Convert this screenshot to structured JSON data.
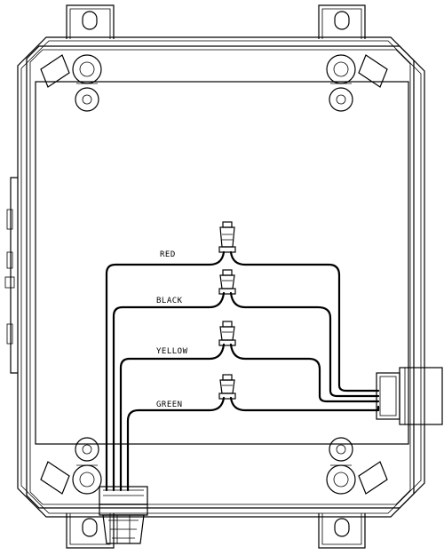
{
  "wires": [
    {
      "id": "red",
      "label": "RED"
    },
    {
      "id": "black",
      "label": "BLACK"
    },
    {
      "id": "yellow",
      "label": "YELLOW"
    },
    {
      "id": "green",
      "label": "GREEN"
    }
  ]
}
